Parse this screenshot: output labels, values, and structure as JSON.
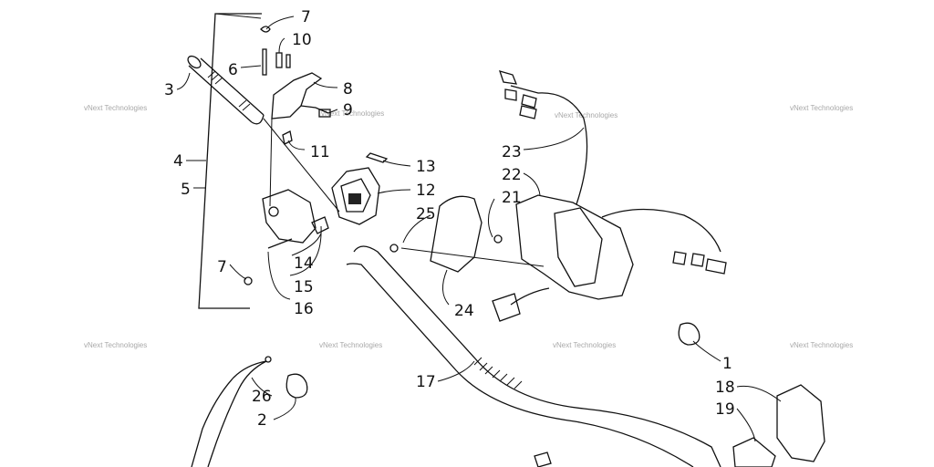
{
  "watermark": "vNext Technologies",
  "colors": {
    "ink": "#111111",
    "background": "#ffffff",
    "watermark": "#a8a8a8"
  },
  "part_labels": {
    "p1": "1",
    "p2": "2",
    "p3": "3",
    "p4": "4",
    "p5": "5",
    "p6": "6",
    "p7a": "7",
    "p7b": "7",
    "p8": "8",
    "p9": "9",
    "p10": "10",
    "p11": "11",
    "p12": "12",
    "p13": "13",
    "p14": "14",
    "p15": "15",
    "p16": "16",
    "p17": "17",
    "p18": "18",
    "p19": "19",
    "p21": "21",
    "p22": "22",
    "p23": "23",
    "p24": "24",
    "p25": "25",
    "p26": "26"
  }
}
